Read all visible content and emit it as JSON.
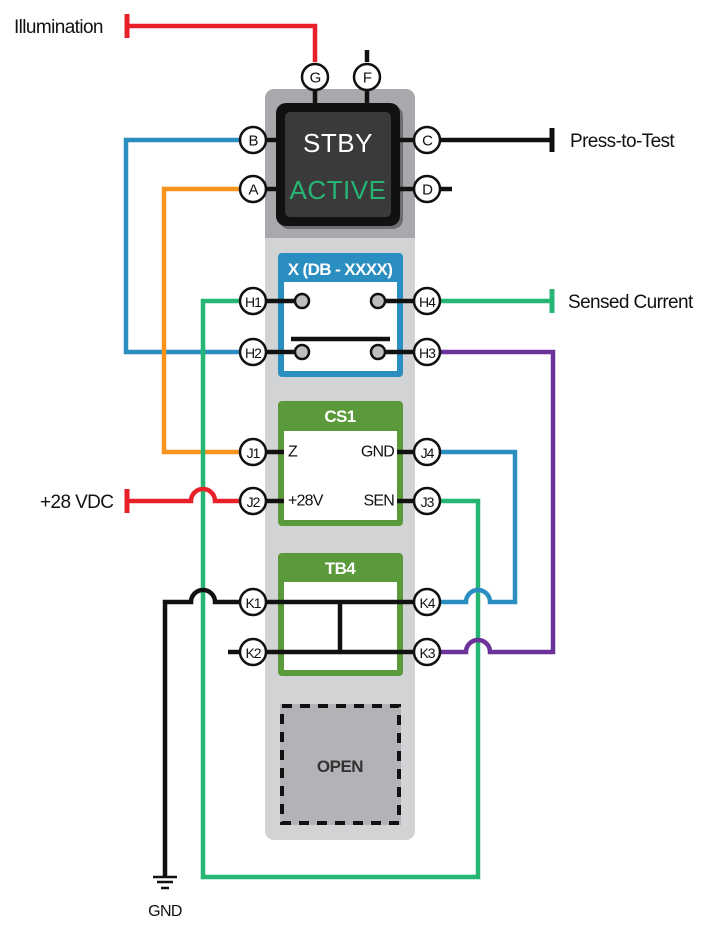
{
  "colors": {
    "red": "#e8202a",
    "blue": "#2a8ec0",
    "orange": "#f7941d",
    "green": "#27b574",
    "purple": "#6b3399",
    "black": "#111111",
    "box_green": "#5b9a3a",
    "box_blue": "#2a8ec0",
    "panel_light": "#d1d3d4",
    "panel_dark": "#a7a9ac",
    "button_dark": "#333333",
    "active_text": "#27b574"
  },
  "external_labels": {
    "illumination": "Illumination",
    "press_to_test": "Press-to-Test",
    "sensed_current": "Sensed Current",
    "supply": "+28 VDC",
    "ground": "GND"
  },
  "button": {
    "top_text": "STBY",
    "bottom_text": "ACTIVE"
  },
  "pins": {
    "A": "A",
    "B": "B",
    "C": "C",
    "D": "D",
    "F": "F",
    "G": "G",
    "H1": "H1",
    "H2": "H2",
    "H3": "H3",
    "H4": "H4",
    "J1": "J1",
    "J2": "J2",
    "J3": "J3",
    "J4": "J4",
    "K1": "K1",
    "K2": "K2",
    "K3": "K3",
    "K4": "K4"
  },
  "relay": {
    "title": "X (DB - XXXX)"
  },
  "cs1": {
    "title": "CS1",
    "z": "Z",
    "v28": "+28V",
    "gnd": "GND",
    "sen": "SEN"
  },
  "tb4": {
    "title": "TB4"
  },
  "open_slot": {
    "label": "OPEN"
  }
}
